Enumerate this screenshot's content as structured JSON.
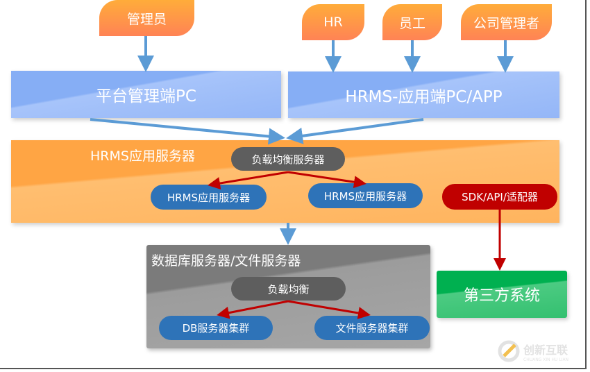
{
  "actors": [
    "管理员",
    "HR",
    "员工",
    "公司管理者"
  ],
  "clients": {
    "platform": "平台管理端PC",
    "app": "HRMS-应用端PC/APP"
  },
  "app_server": {
    "title": "HRMS应用服务器",
    "load_balancer": "负载均衡服务器",
    "nodes": [
      "HRMS应用服务器",
      "HRMS应用服务器"
    ],
    "sdk": "SDK/API/适配器"
  },
  "data_server": {
    "title": "数据库服务器/文件服务器",
    "load_balancer": "负载均衡",
    "nodes": [
      "DB服务器集群",
      "文件服务器集群"
    ]
  },
  "third_party": "第三方系统",
  "watermark": {
    "cn": "创新互联",
    "en": "CHUANG XIN HU LIAN"
  },
  "colors": {
    "actor": "#ff9a45",
    "client": "#86aef5",
    "app": "#ffa544",
    "pill": "#2e73b8",
    "red": "#c00000",
    "gray": "#7b7b7b",
    "green": "#00b050",
    "arrow": "#5b9bd5"
  }
}
